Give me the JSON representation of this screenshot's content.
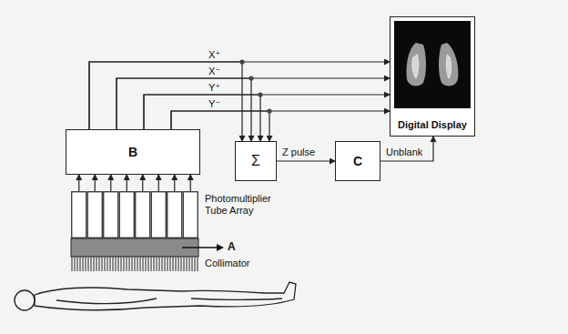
{
  "diagram": {
    "nodes": [
      {
        "text": [
          "B"
        ]
      },
      {
        "text": [
          "Σ"
        ]
      },
      {
        "text": [
          "C"
        ]
      },
      {
        "text": [
          "Digital Display"
        ]
      },
      {
        "text": [
          "Photomultiplier Tube Array"
        ]
      }
    ],
    "edges": [
      {
        "from": 0,
        "to": 3,
        "arrow": "to",
        "label": "X⁺"
      },
      {
        "from": 0,
        "to": 3,
        "arrow": "to",
        "label": "X⁻"
      },
      {
        "from": 0,
        "to": 3,
        "arrow": "to",
        "label": "Y⁺"
      },
      {
        "from": 0,
        "to": 3,
        "arrow": "to",
        "label": "Y⁻"
      },
      {
        "from": 0,
        "to": 1,
        "arrow": "to"
      },
      {
        "from": 0,
        "to": 1,
        "arrow": "to"
      },
      {
        "from": 0,
        "to": 1,
        "arrow": "to"
      },
      {
        "from": 0,
        "to": 1,
        "arrow": "to"
      },
      {
        "from": 1,
        "to": 2,
        "arrow": "to",
        "label": "Z pulse"
      },
      {
        "from": 2,
        "to": 3,
        "arrow": "to",
        "label": "Unblank"
      },
      {
        "from": 4,
        "to": 0,
        "arrow": "to"
      },
      {
        "from": 4,
        "to": 0,
        "arrow": "to"
      },
      {
        "from": 4,
        "to": 0,
        "arrow": "to"
      },
      {
        "from": 4,
        "to": 0,
        "arrow": "to"
      },
      {
        "from": 4,
        "to": 0,
        "arrow": "to"
      },
      {
        "from": 4,
        "to": 0,
        "arrow": "to"
      },
      {
        "from": 4,
        "to": 0,
        "arrow": "to"
      },
      {
        "from": 4,
        "to": 0,
        "arrow": "to"
      }
    ],
    "labels": [
      "A",
      "Collimator"
    ]
  }
}
